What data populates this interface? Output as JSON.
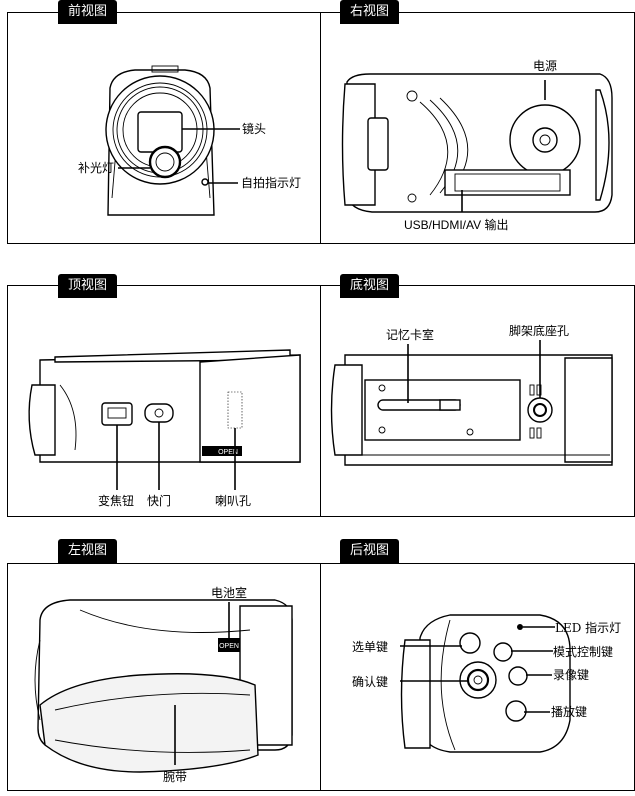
{
  "panels": {
    "front": {
      "title": "前视图",
      "labels": {
        "lens": "镜头",
        "fill_light": "补光灯",
        "self_timer": "自拍指示灯"
      }
    },
    "right": {
      "title": "右视图",
      "labels": {
        "power": "电源",
        "usb": "USB/HDMI/AV 输出"
      }
    },
    "top": {
      "title": "顶视图",
      "labels": {
        "zoom": "变焦钮",
        "shutter": "快门",
        "speaker": "喇叭孔"
      }
    },
    "bottom": {
      "title": "底视图",
      "labels": {
        "card": "记忆卡室",
        "tripod": "脚架底座孔"
      }
    },
    "left": {
      "title": "左视图",
      "labels": {
        "battery": "电池室",
        "strap": "腕带"
      }
    },
    "back": {
      "title": "后视图",
      "labels": {
        "menu": "选单键",
        "ok": "确认键",
        "led": "LED 指示灯",
        "mode": "模式控制键",
        "record": "录像键",
        "play": "播放键"
      }
    }
  },
  "open_text": "OPEN"
}
